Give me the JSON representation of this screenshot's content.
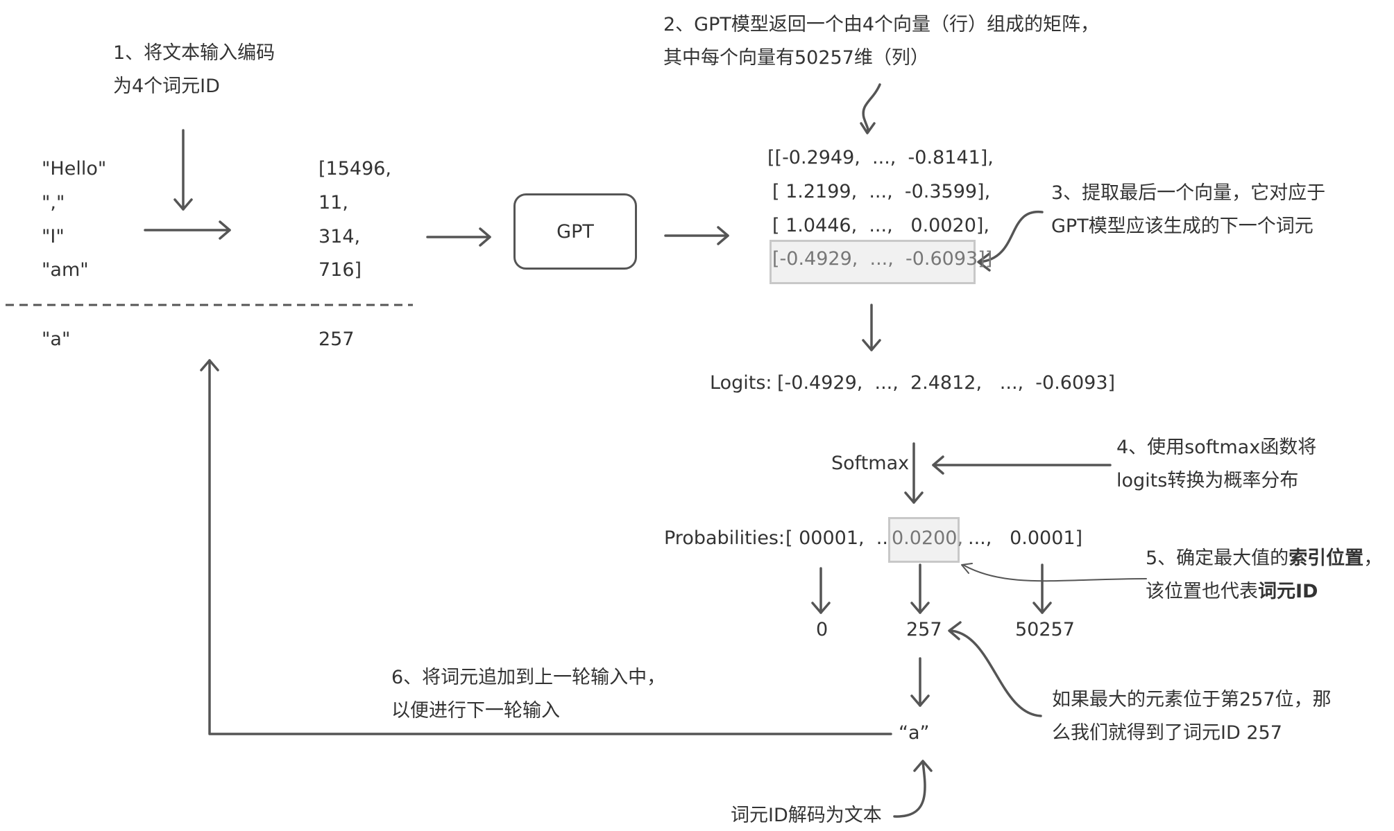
{
  "step1": {
    "line1": "1、将文本输入编码",
    "line2": "为4个词元ID"
  },
  "tokens": [
    "\"Hello\"",
    "\",\"",
    "\"I\"",
    "\"am\""
  ],
  "ids": [
    "[15496,",
    "11,",
    "314,",
    "716]"
  ],
  "new_token": "\"a\"",
  "new_id": "257",
  "gpt_label": "GPT",
  "step2": {
    "line1": "2、GPT模型返回一个由4个向量（行）组成的矩阵，",
    "line2": "其中每个向量有50257维（列）"
  },
  "matrix": {
    "rows": [
      "[[-0.2949,  ...,  -0.8141],",
      "[ 1.2199,  ...,  -0.3599],",
      "[ 1.0446,  ...,   0.0020],"
    ],
    "last_row": "[-0.4929,  ...,  -0.6093]]"
  },
  "step3": {
    "line1": "3、提取最后一个向量，它对应于",
    "line2": "GPT模型应该生成的下一个词元"
  },
  "logits": {
    "label": "Logits:",
    "values": "[-0.4929,  ...,  2.4812,   ...,  -0.6093]"
  },
  "softmax_label": "Softmax",
  "step4": {
    "line1": "4、使用softmax函数将",
    "line2": "logits转换为概率分布"
  },
  "probs": {
    "label": "Probabilities:",
    "pre": "[ 00001,  ...,",
    "max": "0.0200,",
    "post": "...,   0.0001]"
  },
  "step5": {
    "pre": "5、确定最大值的",
    "bold1": "索引位置",
    "mid": "，",
    "line2_pre": "该位置也代表",
    "bold2": "词元ID"
  },
  "indices": [
    "0",
    "257",
    "50257"
  ],
  "note257": {
    "line1": "如果最大的元素位于第257位，那",
    "line2": "么我们就得到了词元ID 257"
  },
  "step6": {
    "line1": "6、将词元追加到上一轮输入中，",
    "line2": "以便进行下一轮输入"
  },
  "decoded_token": "“a”",
  "decode_label": "词元ID解码为文本"
}
